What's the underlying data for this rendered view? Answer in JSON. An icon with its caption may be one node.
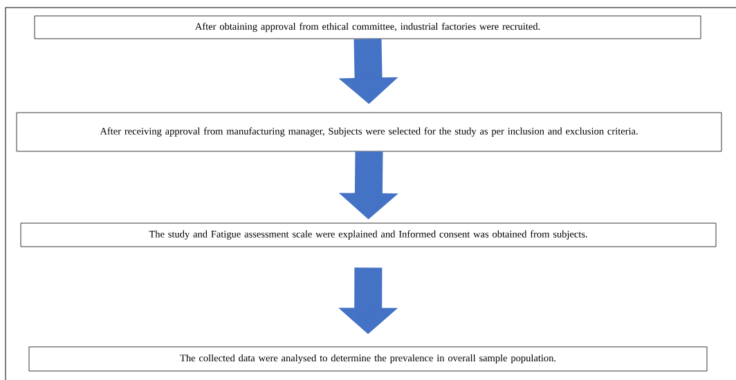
{
  "diagram": {
    "nodes": [
      {
        "text": [
          "After obtaining approval from ethical committee, industrial factories were recruited."
        ]
      },
      {
        "text": [
          "After receiving approval from manufacturing manager, Subjects were selected for the study as per inclusion and exclusion criteria."
        ]
      },
      {
        "text": [
          "The study and Fatigue assessment scale were explained and Informed consent was obtained from subjects."
        ]
      },
      {
        "text": [
          "The collected data were analysed to determine the prevalence in overall sample population."
        ]
      }
    ],
    "edges": [
      {
        "from": 0,
        "to": 1,
        "arrow": "to"
      },
      {
        "from": 1,
        "to": 2,
        "arrow": "to"
      },
      {
        "from": 2,
        "to": 3,
        "arrow": "to"
      }
    ]
  }
}
